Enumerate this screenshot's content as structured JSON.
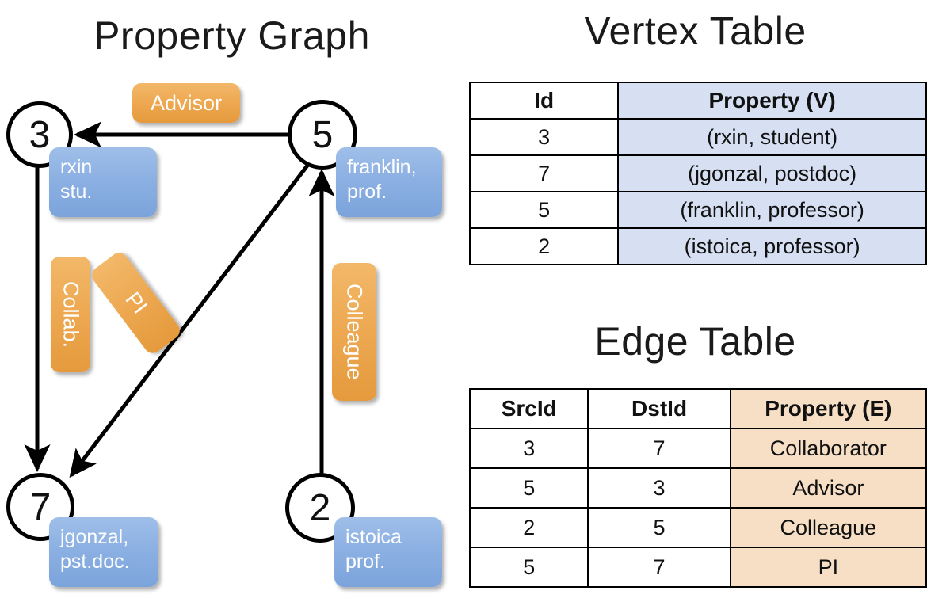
{
  "titles": {
    "property_graph": "Property Graph",
    "vertex_table": "Vertex Table",
    "edge_table": "Edge Table"
  },
  "graph": {
    "vertices": [
      {
        "id": "3",
        "property_label": "rxin\nstu."
      },
      {
        "id": "5",
        "property_label": "franklin,\nprof."
      },
      {
        "id": "7",
        "property_label": "jgonzal,\npst.doc."
      },
      {
        "id": "2",
        "property_label": "istoica\nprof."
      }
    ],
    "vertex_labels": {
      "v3_line1": "rxin",
      "v3_line2": "stu.",
      "v5_line1": "franklin,",
      "v5_line2": "prof.",
      "v7_line1": "jgonzal,",
      "v7_line2": "pst.doc.",
      "v2_line1": "istoica",
      "v2_line2": "prof."
    },
    "edge_labels": {
      "advisor": "Advisor",
      "collab": "Collab.",
      "pi": "PI",
      "colleague": "Colleague"
    },
    "edges": [
      {
        "src": "5",
        "dst": "3",
        "label": "Advisor"
      },
      {
        "src": "3",
        "dst": "7",
        "label": "Collab."
      },
      {
        "src": "5",
        "dst": "7",
        "label": "PI"
      },
      {
        "src": "2",
        "dst": "5",
        "label": "Colleague"
      }
    ]
  },
  "vertex_table": {
    "headers": [
      "Id",
      "Property (V)"
    ],
    "rows": [
      {
        "id": "3",
        "property": "(rxin, student)"
      },
      {
        "id": "7",
        "property": "(jgonzal, postdoc)"
      },
      {
        "id": "5",
        "property": "(franklin, professor)"
      },
      {
        "id": "2",
        "property": "(istoica, professor)"
      }
    ]
  },
  "edge_table": {
    "headers": [
      "SrcId",
      "DstId",
      "Property (E)"
    ],
    "rows": [
      {
        "src": "3",
        "dst": "7",
        "property": "Collaborator"
      },
      {
        "src": "5",
        "dst": "3",
        "property": "Advisor"
      },
      {
        "src": "2",
        "dst": "5",
        "property": "Colleague"
      },
      {
        "src": "5",
        "dst": "7",
        "property": "PI"
      }
    ]
  },
  "colors": {
    "vertex_property_blue": "#8cb0e2",
    "edge_property_orange": "#eda851",
    "table_header_blue": "#d6e0f2",
    "table_header_peach": "#f7dfc6",
    "stroke": "#000000",
    "background": "#ffffff"
  }
}
